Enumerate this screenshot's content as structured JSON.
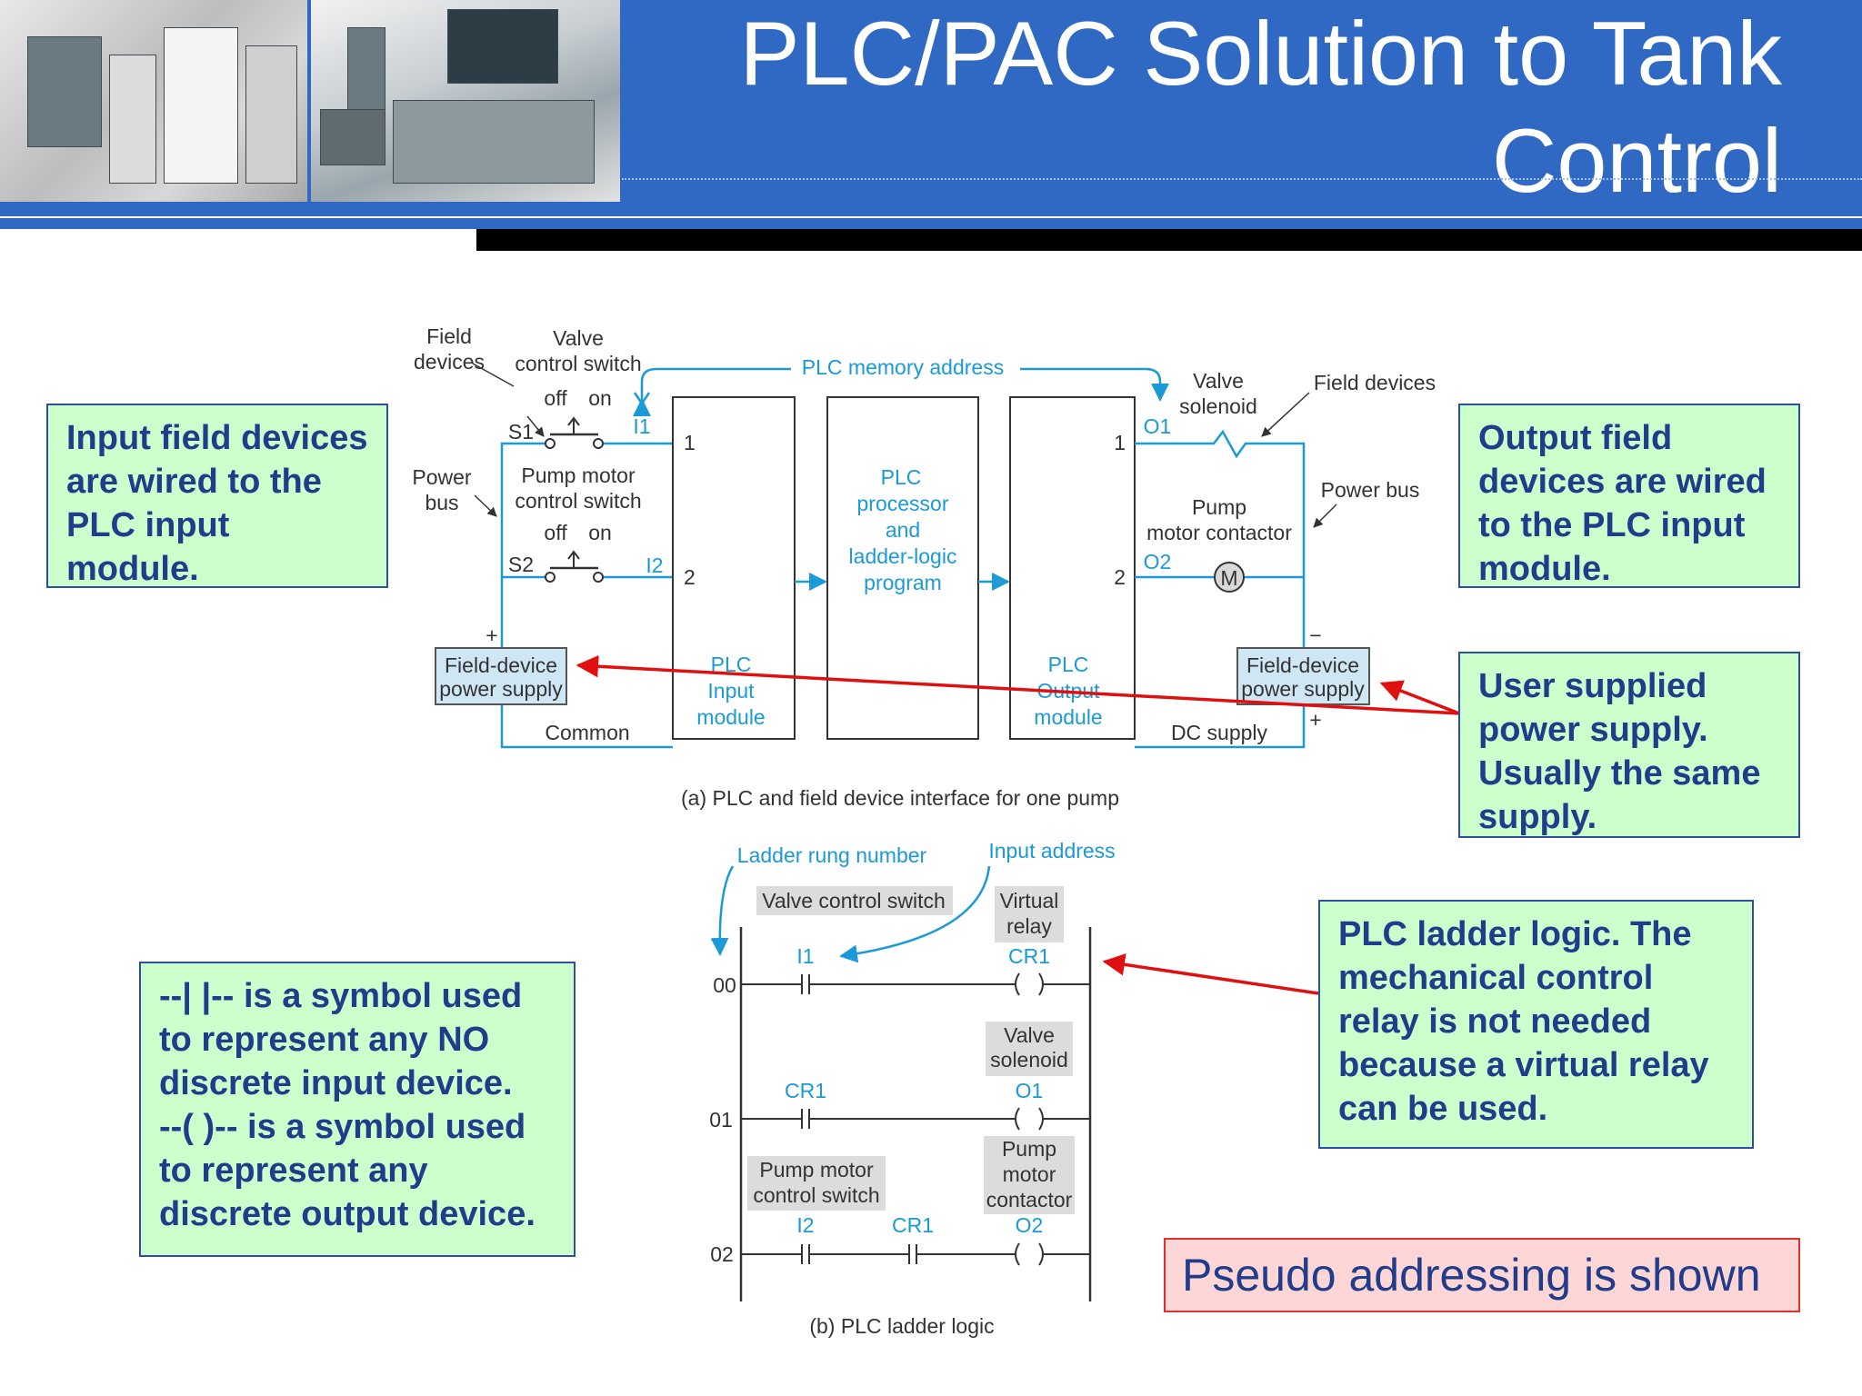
{
  "header": {
    "title_line1": "PLC/PAC Solution to Tank",
    "title_line2": "Control"
  },
  "figure_a": {
    "caption": "(a) PLC and field device interface for one pump",
    "field_devices_left": [
      "Field",
      "devices"
    ],
    "valve_control_switch": [
      "Valve",
      "control switch"
    ],
    "plc_memory_address": "PLC memory address",
    "valve_solenoid": [
      "Valve",
      "solenoid"
    ],
    "field_devices_right": "Field devices",
    "off": "off",
    "on": "on",
    "s1": "S1",
    "s2": "S2",
    "i1": "I1",
    "i2": "I2",
    "o1": "O1",
    "o2": "O2",
    "one": "1",
    "two": "2",
    "power_bus_left": [
      "Power",
      "bus"
    ],
    "pump_motor_control_switch": [
      "Pump motor",
      "control switch"
    ],
    "plc_processor": [
      "PLC",
      "processor",
      "and",
      "ladder-logic",
      "program"
    ],
    "pump_motor_contactor": [
      "Pump",
      "motor contactor"
    ],
    "power_bus_right": "Power bus",
    "motor": "M",
    "plus": "+",
    "minus": "−",
    "field_device_power_supply": [
      "Field-device",
      "power supply"
    ],
    "plc_input_module": [
      "PLC",
      "Input",
      "module"
    ],
    "plc_output_module": [
      "PLC",
      "Output",
      "module"
    ],
    "common": "Common",
    "dc_supply": "DC supply"
  },
  "figure_b": {
    "caption": "(b) PLC ladder logic",
    "ladder_rung_number": "Ladder rung number",
    "input_address": "Input address",
    "valve_control_switch": "Valve control switch",
    "virtual_relay": [
      "Virtual",
      "relay"
    ],
    "valve_solenoid": [
      "Valve",
      "solenoid"
    ],
    "pump_motor_control_switch": [
      "Pump motor",
      "control switch"
    ],
    "pump_motor_contactor": [
      "Pump",
      "motor",
      "contactor"
    ],
    "rungs": [
      "00",
      "01",
      "02"
    ],
    "i1": "I1",
    "cr1": "CR1",
    "o1": "O1",
    "i2": "I2",
    "o2": "O2"
  },
  "callouts": {
    "input_field": "Input field devices are wired to the PLC input module.",
    "output_field": "Output field devices are wired to the PLC input module.",
    "user_supply": "User supplied power supply. Usually the same supply.",
    "ladder_logic": "PLC ladder logic. The mechanical control relay is not needed because a virtual relay can be used.",
    "symbols_line1": "--| |--  is a symbol used to represent any NO discrete input device.",
    "symbols_line2": "--( )--  is a symbol used to represent any discrete output device.",
    "pseudo": "Pseudo addressing is shown"
  },
  "colors": {
    "header_blue": "#3069c4",
    "diagram_cyan": "#1a9ad6",
    "callout_fill": "#ccffcc",
    "callout_text": "#1f3d8a",
    "arrow_red": "#e01010",
    "pseudo_fill": "#ffd6d6"
  }
}
